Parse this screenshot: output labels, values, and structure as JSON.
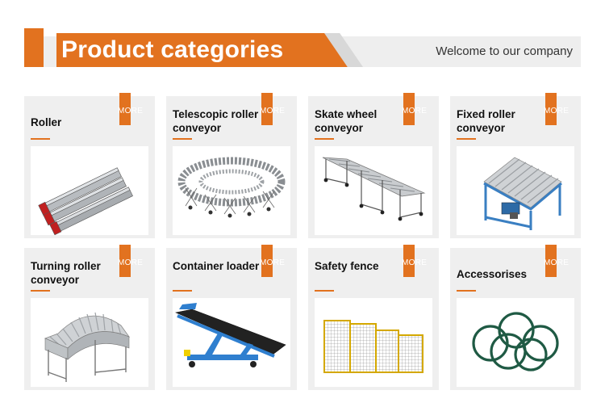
{
  "header": {
    "title": "Product categories",
    "welcome": "Welcome to our company"
  },
  "more_label": "MORE",
  "colors": {
    "accent": "#e2721f",
    "card_bg": "#efefef",
    "banner_grey": "#eeeeee"
  },
  "categories": [
    {
      "name": "Roller",
      "icon": "steel-rollers-icon"
    },
    {
      "name": "Telescopic roller conveyor",
      "icon": "telescopic-conveyor-icon"
    },
    {
      "name": "Skate wheel conveyor",
      "icon": "skate-wheel-conveyor-icon"
    },
    {
      "name": "Fixed roller conveyor",
      "icon": "fixed-roller-conveyor-icon"
    },
    {
      "name": "Turning roller conveyor",
      "icon": "turning-roller-conveyor-icon"
    },
    {
      "name": "Container loader",
      "icon": "container-loader-icon"
    },
    {
      "name": "Safety fence",
      "icon": "safety-fence-icon"
    },
    {
      "name": "Accessorises",
      "icon": "o-ring-accessories-icon"
    }
  ]
}
